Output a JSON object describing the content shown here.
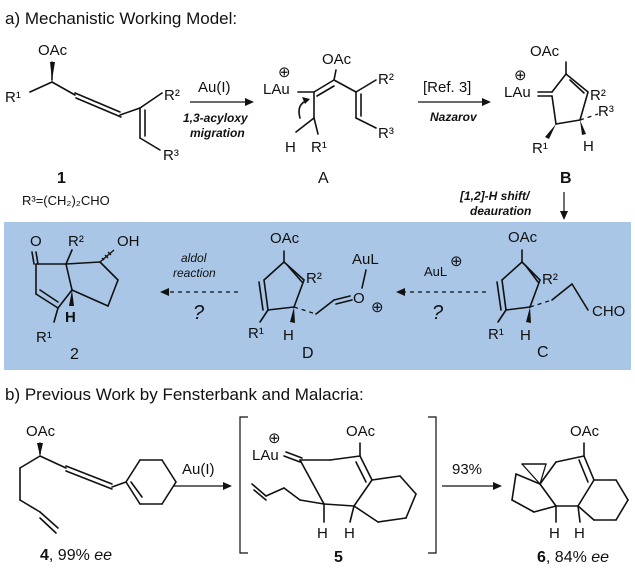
{
  "colors": {
    "box_fill": "#a9c6e6",
    "ink": "#111111"
  },
  "section_a": {
    "title": "a) Mechanistic Working Model:",
    "cpd1": {
      "label": "1",
      "sub": "R³=(CH₂)₂CHO",
      "group": "OAc",
      "r1": "R¹",
      "r2": "R²",
      "r3": "R³"
    },
    "arrow1": {
      "reagent": "Au(I)",
      "line1": "1,3-acyloxy",
      "line2": "migration"
    },
    "cpdA": {
      "label": "A",
      "group": "OAc",
      "metal": "LAu",
      "plus": "⊕",
      "h": "H",
      "r1": "R¹",
      "r2": "R²",
      "r3": "R³"
    },
    "arrow2": {
      "ref": "[Ref. 3]",
      "name": "Nazarov"
    },
    "cpdB": {
      "label": "B",
      "group": "OAc",
      "metal": "LAu",
      "plus": "⊕",
      "h": "H",
      "r1": "R¹",
      "r2": "R²",
      "r3": "R³"
    },
    "arrow3": {
      "line1": "[1,2]-H shift/",
      "line2": "deauration"
    },
    "cpdC": {
      "label": "C",
      "group": "OAc",
      "r1": "R¹",
      "r2": "R²",
      "h": "H",
      "cho": "CHO"
    },
    "arrow4": {
      "reagent": "AuL",
      "plus": "⊕",
      "q": "?"
    },
    "cpdD": {
      "label": "D",
      "group": "OAc",
      "metal": "AuL",
      "o": "O",
      "plus": "⊕",
      "r1": "R¹",
      "r2": "R²",
      "h": "H"
    },
    "arrow5": {
      "line1": "aldol",
      "line2": "reaction",
      "q": "?"
    },
    "cpd2": {
      "label": "2",
      "o": "O",
      "oh": "OH",
      "r1": "R¹",
      "r2": "R²",
      "h": "H"
    }
  },
  "section_b": {
    "title": "b) Previous Work by Fensterbank and Malacria:",
    "cpd4": {
      "label": "4",
      "sep": ", 99% ",
      "ee": "ee",
      "group": "OAc"
    },
    "arrow1": {
      "reagent": "Au(I)"
    },
    "cpd5": {
      "label": "5",
      "group": "OAc",
      "metal": "LAu",
      "plus": "⊕",
      "h1": "H",
      "h2": "H"
    },
    "arrow2": {
      "yield": "93%"
    },
    "cpd6": {
      "label": "6",
      "sep": ", 84% ",
      "ee": "ee",
      "group": "OAc",
      "h1": "H",
      "h2": "H"
    }
  }
}
